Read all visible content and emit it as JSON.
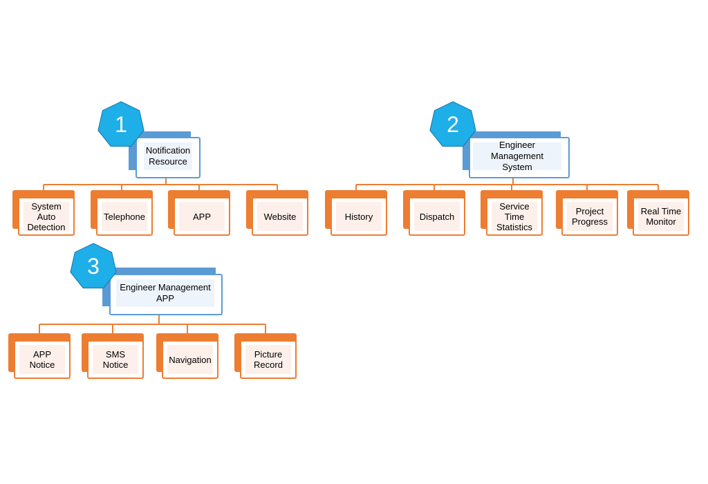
{
  "colors": {
    "badge": "#1eaee8",
    "root_accent": "#5b9bd5",
    "child_accent": "#ed7d31",
    "connector": "#ed7d31"
  },
  "groups": [
    {
      "number": "1",
      "title": "Notification Resource",
      "items": [
        "System Auto Detection",
        "Telephone",
        "APP",
        "Website"
      ]
    },
    {
      "number": "2",
      "title": "Engineer Management System",
      "items": [
        "History",
        "Dispatch",
        "Service Time Statistics",
        "Project Progress",
        "Real Time Monitor"
      ]
    },
    {
      "number": "3",
      "title": "Engineer Management APP",
      "items": [
        "APP Notice",
        "SMS Notice",
        "Navigation",
        "Picture Record"
      ]
    }
  ]
}
